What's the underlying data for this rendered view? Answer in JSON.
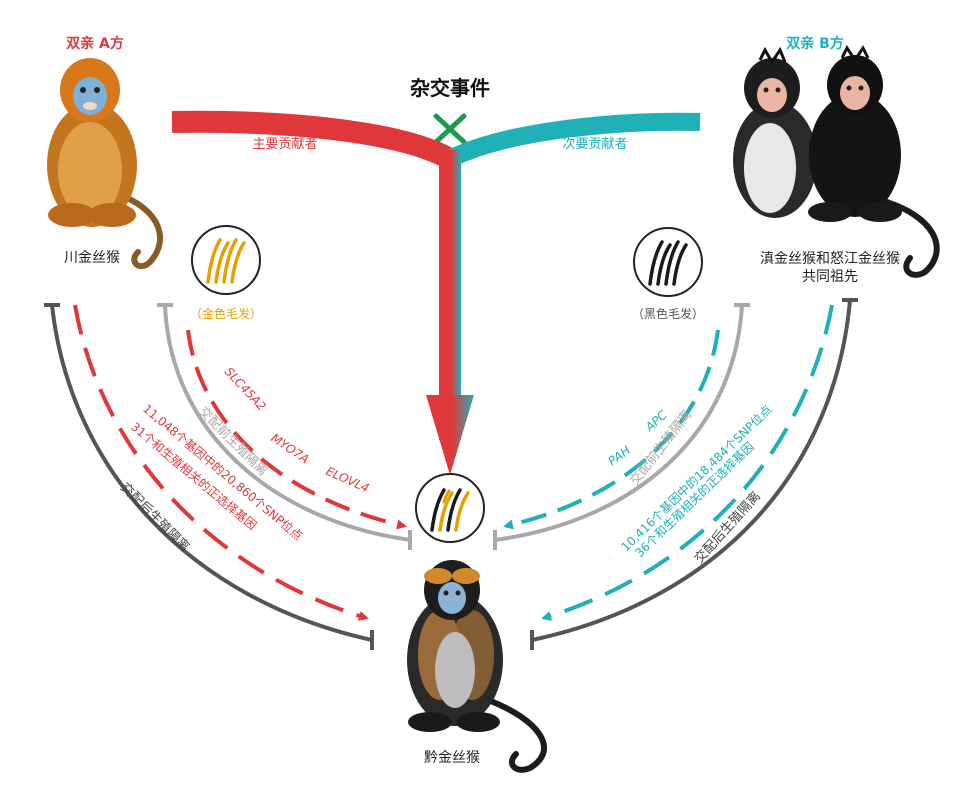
{
  "colors": {
    "red": "#e0383a",
    "teal": "#1fb1b7",
    "dark_gray": "#555555",
    "light_gray": "#a8a8a8",
    "gold": "#e8a000",
    "black": "#1a1a1a"
  },
  "parents": {
    "a_label": "双亲 A方",
    "b_label": "双亲 B方"
  },
  "event": {
    "title": "杂交事件",
    "main_contributor": "主要贡献者",
    "minor_contributor": "次要贡献者"
  },
  "species": {
    "parent_a": "川金丝猴",
    "parent_b_line1": "滇金丝猴和怒江金丝猴",
    "parent_b_line2": "共同祖先",
    "offspring": "黔金丝猴"
  },
  "hair": {
    "gold_label": "（金色毛发）",
    "black_label": "（黑色毛发）"
  },
  "left_side": {
    "prezygotic": "交配前生殖隔离",
    "postzygotic": "交配后生殖隔离",
    "genes": [
      "SLC45A2",
      "MYO7A",
      "ELOVL4"
    ],
    "snp_line1": "11,048个基因中的20,860个SNP位点",
    "snp_line2": "31个和生殖相关的正选择基因"
  },
  "right_side": {
    "prezygotic": "交配前生殖隔离",
    "postzygotic": "交配后生殖隔离",
    "genes": [
      "PAH",
      "APC"
    ],
    "snp_line1": "10,416个基因中的18,484个SNP位点",
    "snp_line2": "36个和生殖相关的正选择基因"
  }
}
